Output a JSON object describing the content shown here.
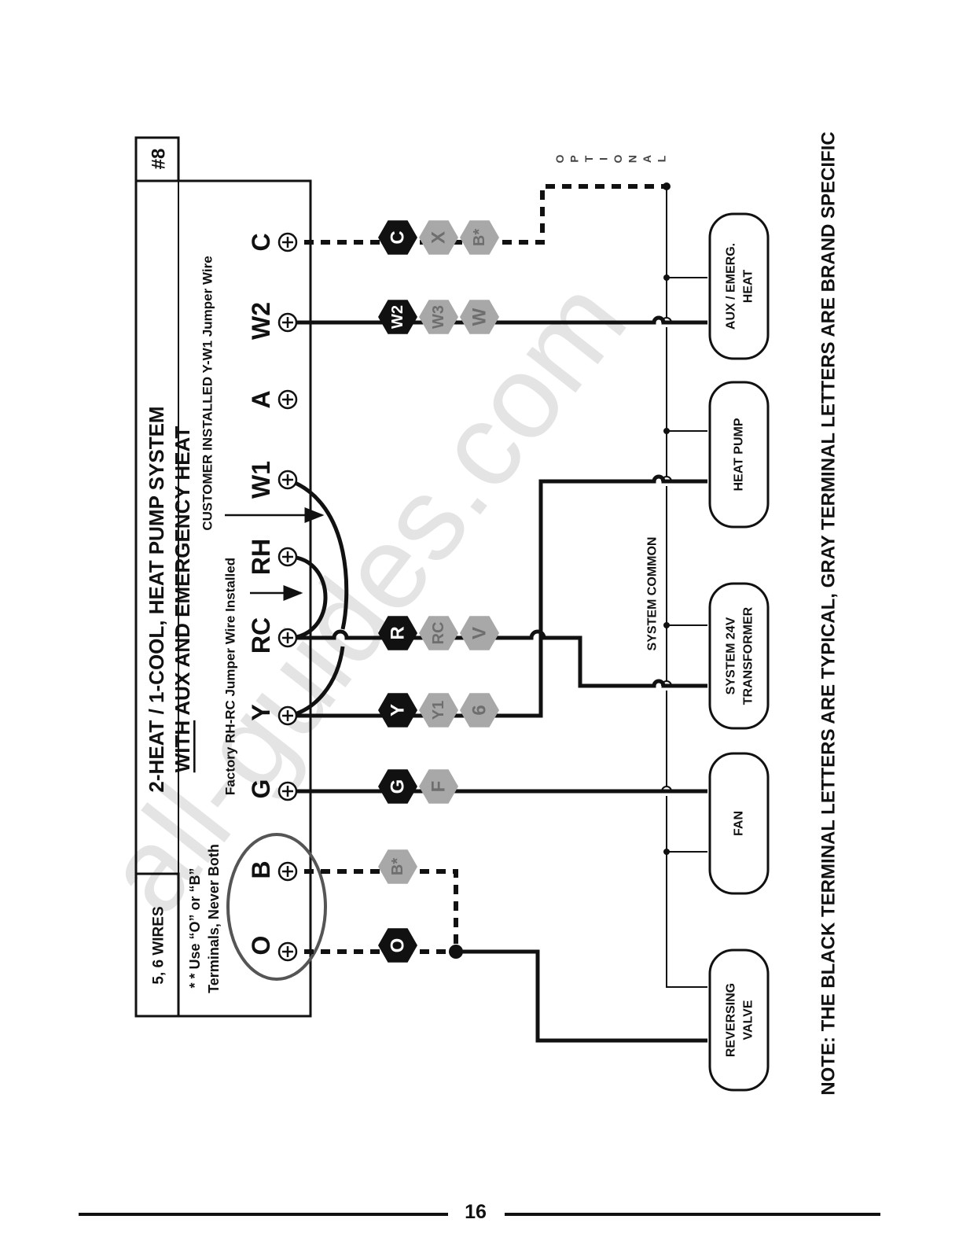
{
  "diagram_number": "#8",
  "title_line1": "2-HEAT / 1-COOL, HEAT PUMP SYSTEM",
  "title_line2_underlined": "WITH",
  "title_line2_rest": " AUX AND EMERGENCY HEAT",
  "wires_label": "5, 6 WIRES",
  "note_line1": "* * Use “O” or “B”",
  "note_line2": "Terminals, Never Both",
  "factory_jumper_label": "Factory RH-RC Jumper Wire Installed",
  "customer_jumper_label": "CUSTOMER INSTALLED Y-W1 Jumper Wire",
  "terminals": {
    "o": "O",
    "b": "B",
    "g": "G",
    "y": "Y",
    "rc": "RC",
    "rh": "RH",
    "w1": "W1",
    "a": "A",
    "w2": "W2",
    "c": "C"
  },
  "hex_labels": {
    "o": [
      "O"
    ],
    "b": [
      "B*"
    ],
    "g": [
      "G",
      "F"
    ],
    "y": [
      "Y",
      "Y1",
      "6"
    ],
    "r": [
      "R",
      "RC",
      "V"
    ],
    "w2": [
      "W2",
      "W3",
      "W"
    ],
    "c": [
      "C",
      "X",
      "B*"
    ]
  },
  "components": {
    "reversing_valve": [
      "REVERSING",
      "VALVE"
    ],
    "fan": [
      "FAN"
    ],
    "transformer": [
      "SYSTEM 24V",
      "TRANSFORMER"
    ],
    "heat_pump": [
      "HEAT PUMP"
    ],
    "aux_heat": [
      "AUX / EMERG.",
      "HEAT"
    ]
  },
  "system_common_label": "SYSTEM COMMON",
  "optional_label": "OPTIONAL",
  "note_bottom": "NOTE: THE BLACK TERMINAL LETTERS ARE TYPICAL, GRAY TERMINAL LETTERS ARE BRAND SPECIFIC",
  "watermark": "all-guides.com",
  "page_number": "16",
  "colors": {
    "black_hex": "#111111",
    "gray_hex": "#a8a8a8",
    "gray_text": "#6e6e6e",
    "watermark": "#e2e2e2"
  }
}
